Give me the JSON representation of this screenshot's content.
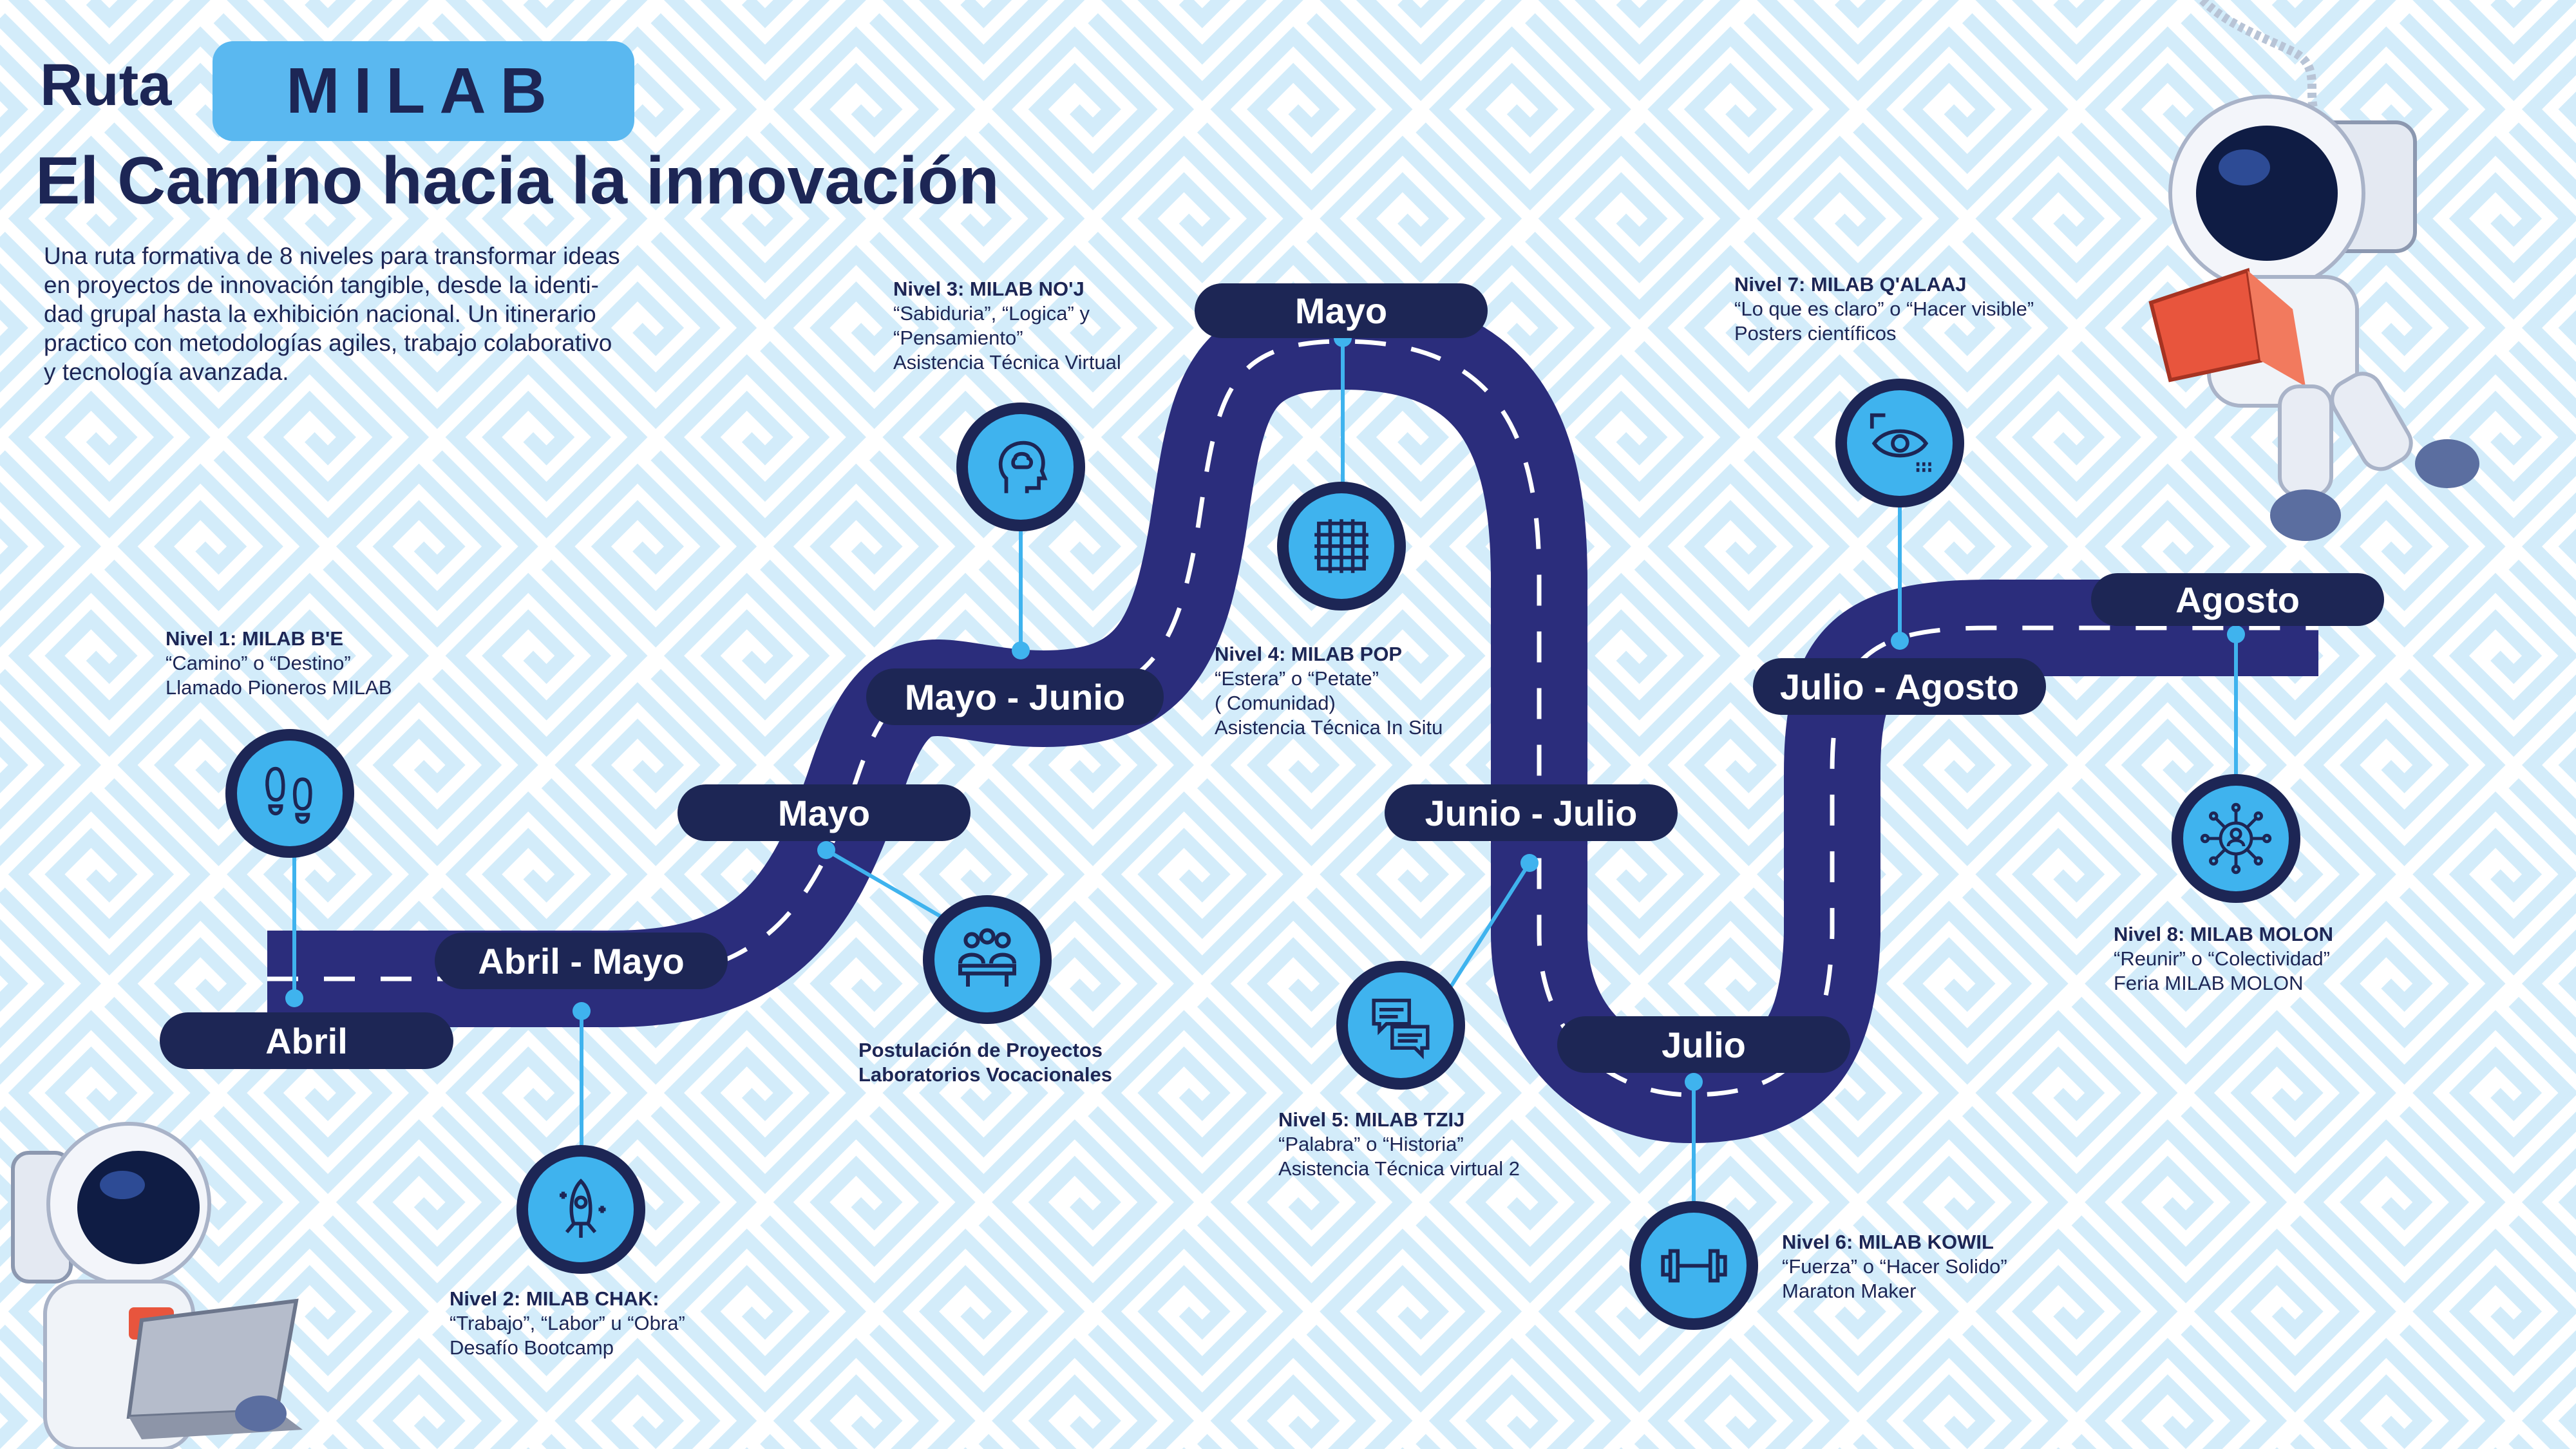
{
  "header": {
    "ruta": "Ruta",
    "milab": "MILAB",
    "title": "El Camino hacia la innovación",
    "intro_lines": [
      "Una ruta formativa de 8 niveles para transformar ideas",
      "en proyectos de innovación tangible, desde la identi-",
      "dad grupal hasta la exhibición nacional. Un itinerario",
      "practico con metodologías agiles, trabajo colaborativo",
      "y tecnología avanzada."
    ]
  },
  "months": {
    "abril": "Abril",
    "abril_mayo": "Abril - Mayo",
    "mayo_1": "Mayo",
    "mayo_junio": "Mayo - Junio",
    "mayo_2": "Mayo",
    "junio_julio": "Junio - Julio",
    "julio": "Julio",
    "julio_agosto": "Julio - Agosto",
    "agosto": "Agosto"
  },
  "levels": [
    {
      "title": "Nivel 1: MILAB B'E",
      "line1": "“Camino” o “Destino”",
      "line2": "Llamado Pioneros MILAB",
      "icon": "footprints-icon"
    },
    {
      "title": "Nivel 2: MILAB CHAK:",
      "line1": "“Trabajo”, “Labor” u “Obra”",
      "line2": "Desafío Bootcamp",
      "icon": "rocket-icon"
    },
    {
      "title": "Postulación de Proyectos",
      "line1": "Laboratorios Vocacionales",
      "icon": "team-meeting-icon"
    },
    {
      "title": "Nivel 3: MILAB NO'J",
      "line1": "“Sabiduria”, “Logica” y",
      "line2": "“Pensamiento”",
      "line3": "Asistencia Técnica Virtual",
      "icon": "brain-head-icon"
    },
    {
      "title": "Nivel 4: MILAB POP",
      "line1": "“Estera” o “Petate”",
      "line2": "( Comunidad)",
      "line3": "Asistencia Técnica In Situ",
      "icon": "woven-mat-icon"
    },
    {
      "title": "Nivel 5: MILAB TZIJ",
      "line1": "“Palabra” o “Historia”",
      "line2": "Asistencia Técnica virtual 2",
      "icon": "chat-bubbles-icon"
    },
    {
      "title": "Nivel 6: MILAB KOWIL",
      "line1": "“Fuerza” o “Hacer Solido”",
      "line2": "Maraton Maker",
      "icon": "dumbbell-icon"
    },
    {
      "title": "Nivel 7: MILAB Q'ALAAJ",
      "line1": "“Lo que es claro” o “Hacer visible”",
      "line2": "Posters científicos",
      "icon": "eye-scan-icon"
    },
    {
      "title": "Nivel 8: MILAB MOLON",
      "line1": "“Reunir” o “Colectividad”",
      "line2": "Feria MILAB MOLON",
      "icon": "network-people-icon"
    }
  ],
  "colors": {
    "navy": "#1d2655",
    "road": "#2b2d7c",
    "accent": "#3fb3ee",
    "pill_light": "#5ab8f0",
    "pattern": "#d3ecfa"
  }
}
